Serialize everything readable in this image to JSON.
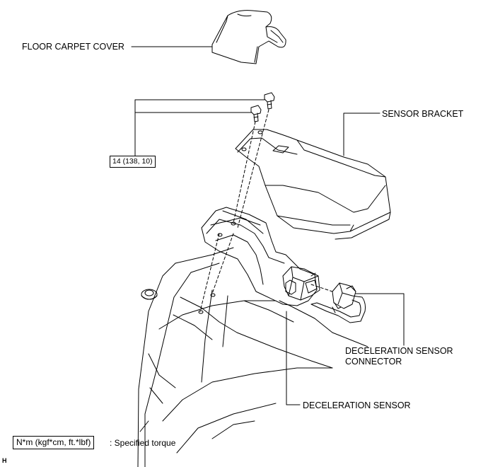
{
  "labels": {
    "floor_carpet_cover": "FLOOR CARPET COVER",
    "sensor_bracket": "SENSOR BRACKET",
    "torque_spec": "14 (138, 10)",
    "decel_sensor_connector_line1": "DECELERATION SENSOR",
    "decel_sensor_connector_line2": "CONNECTOR",
    "decel_sensor": "DECELERATION SENSOR"
  },
  "legend": {
    "unit_box": "N*m (kgf*cm, ft.*lbf)",
    "description": ": Specified torque"
  },
  "figure_code": "H",
  "colors": {
    "line": "#000000",
    "background": "#ffffff"
  }
}
